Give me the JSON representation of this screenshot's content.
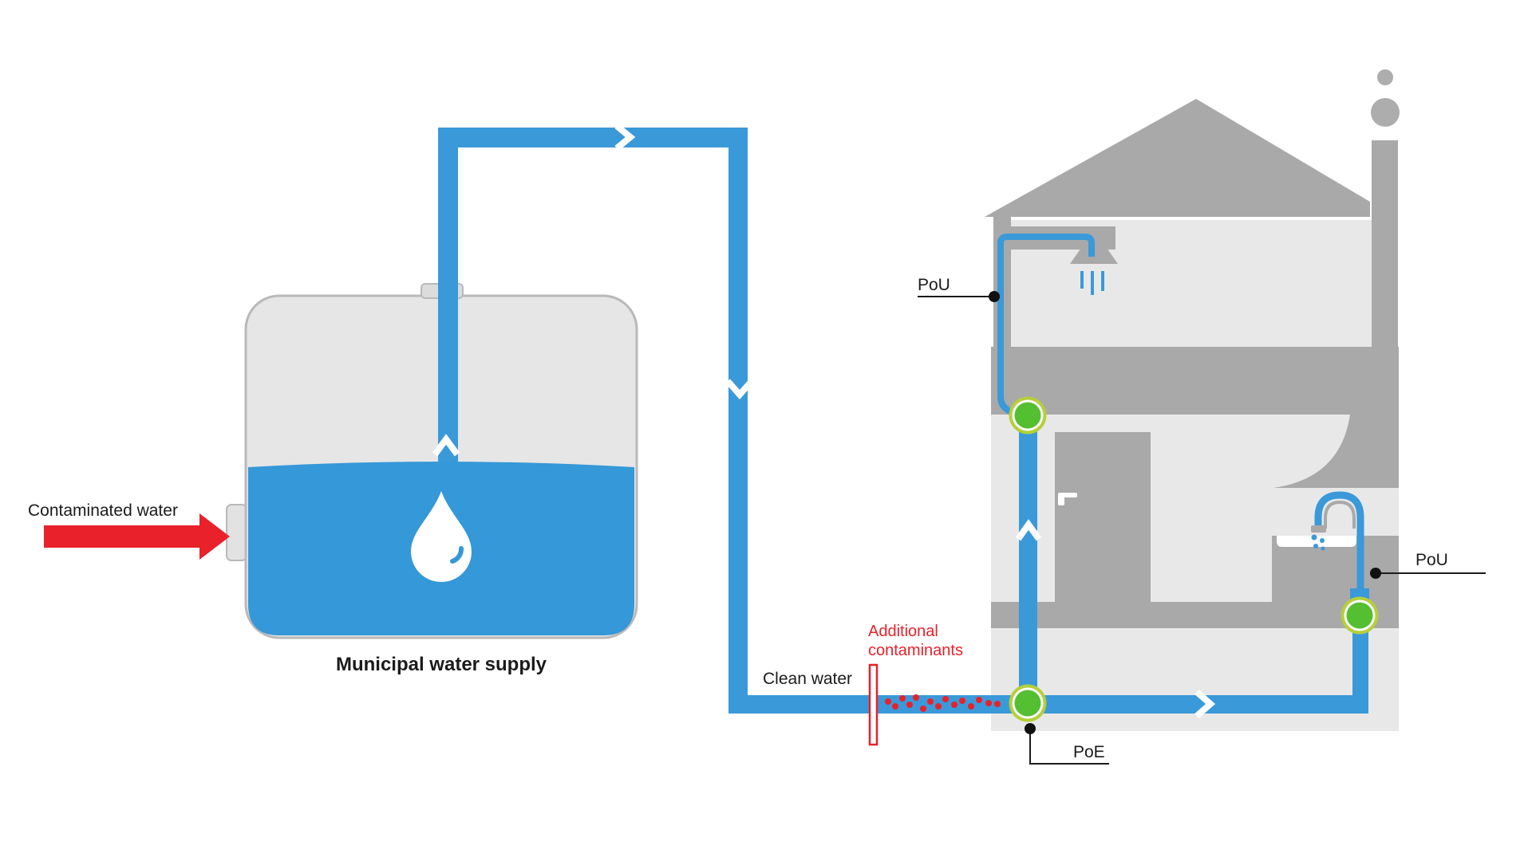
{
  "diagram": {
    "type": "water-treatment-flow-diagram",
    "labels": {
      "contaminated_water": "Contaminated water",
      "municipal_supply": "Municipal water supply",
      "clean_water": "Clean water",
      "additional_contaminants_line1": "Additional",
      "additional_contaminants_line2": "contaminants",
      "pou_upper": "PoU",
      "pou_sink": "PoU",
      "poe": "PoE"
    },
    "colors": {
      "pipe_blue": "#3a99d8",
      "water_blue": "#3598d8",
      "filter_green": "#53bf31",
      "filter_ring_green": "#b5cf3a",
      "alert_red": "#e8212b",
      "structure_gray": "#a9a9a9",
      "interior_gray": "#e8e8e8",
      "tank_gray": "#e6e6e6",
      "tank_border_gray": "#b9b9b9",
      "label_black": "#1b1b1b"
    }
  }
}
